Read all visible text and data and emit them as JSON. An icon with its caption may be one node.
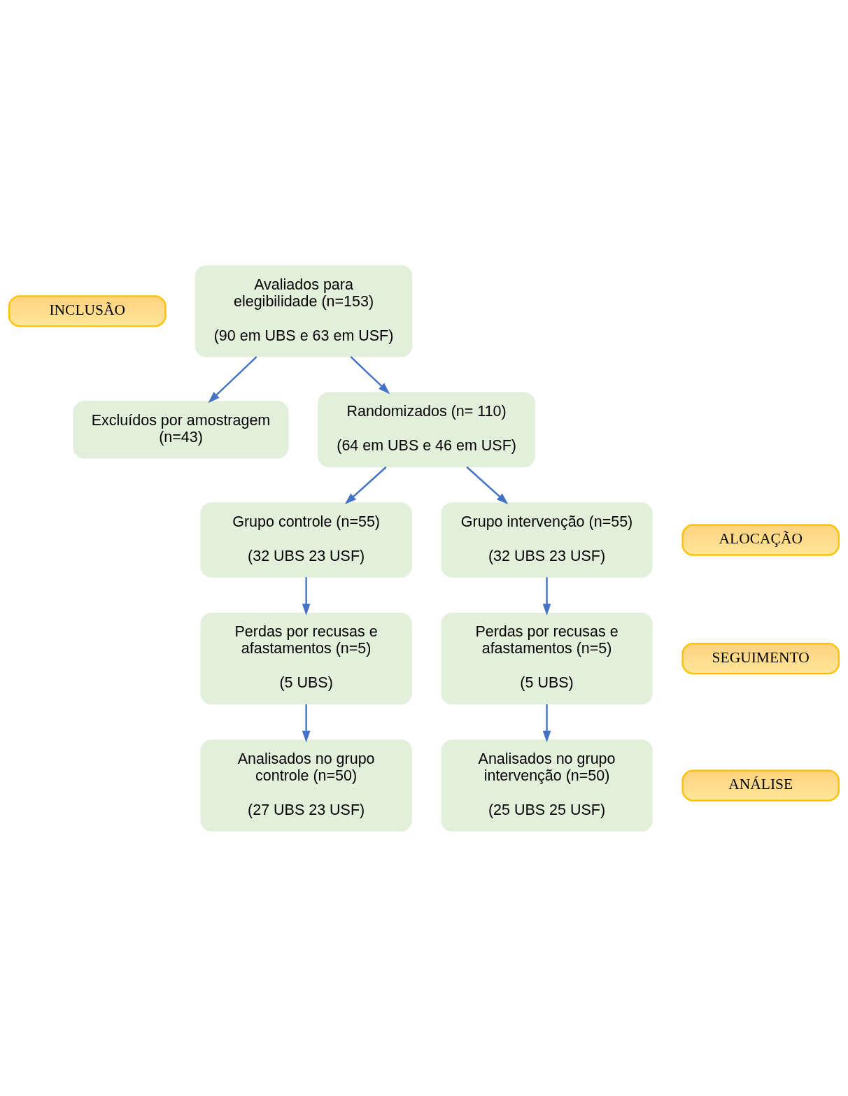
{
  "diagram": {
    "nodes": [
      {
        "text": [
          "INCLUSÃO"
        ]
      },
      {
        "text": [
          "Avaliados para elegibilidade (n=153)",
          "(90 em UBS e 63 em USF)"
        ]
      },
      {
        "text": [
          "Excluídos por amostragem (n=43)"
        ]
      },
      {
        "text": [
          "Randomizados (n= 110)",
          "(64 em UBS e 46 em USF)"
        ]
      },
      {
        "text": [
          "Grupo controle (n=55)",
          "(32 UBS 23 USF)"
        ]
      },
      {
        "text": [
          "ALOCAÇÃO"
        ]
      },
      {
        "text": [
          "Grupo intervenção (n=55)",
          "(32 UBS 23 USF)"
        ]
      },
      {
        "text": [
          "Perdas por recusas e afastamentos (n=5)",
          "(5 UBS)"
        ]
      },
      {
        "text": [
          "SEGUIMENTO"
        ]
      },
      {
        "text": [
          "Perdas por recusas e afastamentos (n=5)",
          "(5 UBS)"
        ]
      },
      {
        "text": [
          "Analisados no grupo controle (n=50)",
          "(27 UBS 23 USF)"
        ]
      },
      {
        "text": [
          "ANÁLISE"
        ]
      },
      {
        "text": [
          "Analisados no grupo intervenção (n=50)",
          "(25 UBS 25 USF)"
        ]
      }
    ],
    "edges": [
      {
        "from": 1,
        "to": 2,
        "arrow": "to"
      },
      {
        "from": 1,
        "to": 3,
        "arrow": "to"
      },
      {
        "from": 3,
        "to": 4,
        "arrow": "to"
      },
      {
        "from": 3,
        "to": 6,
        "arrow": "to"
      },
      {
        "from": 4,
        "to": 7,
        "arrow": "to"
      },
      {
        "from": 6,
        "to": 9,
        "arrow": "to"
      },
      {
        "from": 7,
        "to": 10,
        "arrow": "to"
      },
      {
        "from": 9,
        "to": 12,
        "arrow": "to"
      }
    ]
  }
}
